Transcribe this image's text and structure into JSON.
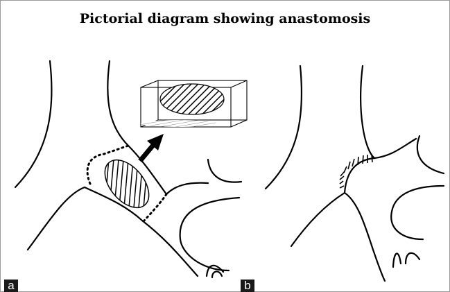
{
  "figure": {
    "title": "Pictorial diagram showing anastomosis",
    "panel_a_label": "a",
    "panel_b_label": "b"
  }
}
